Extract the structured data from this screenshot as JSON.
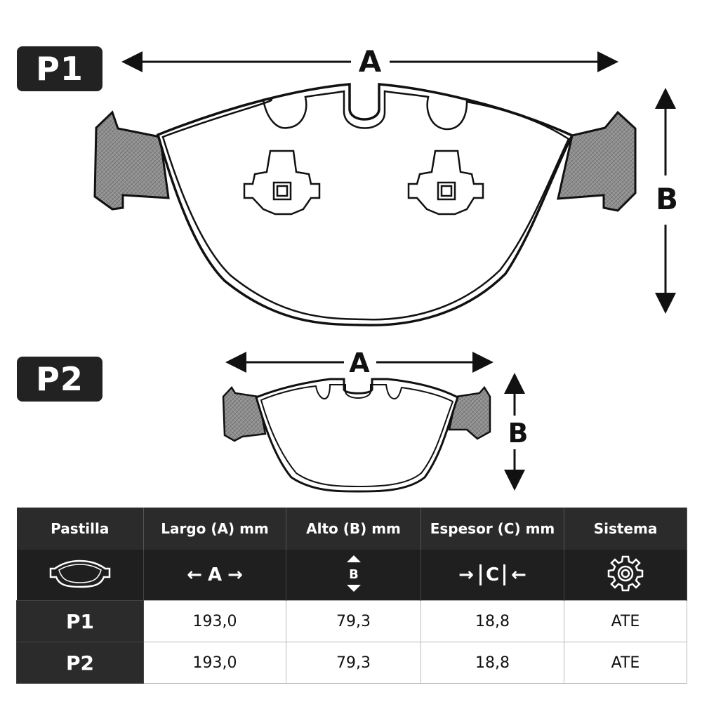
{
  "labels": {
    "p1": "P1",
    "p2": "P2"
  },
  "dimensions": {
    "a": "A",
    "b": "B",
    "c": "C"
  },
  "table": {
    "headers": [
      "Pastilla",
      "Largo (A) mm",
      "Alto (B) mm",
      "Espesor (C) mm",
      "Sistema"
    ],
    "icons": [
      "brake-pad-icon",
      "width-arrows-icon",
      "height-arrows-icon",
      "thickness-arrows-icon",
      "gear-icon"
    ],
    "rows": [
      {
        "name": "P1",
        "largo": "193,0",
        "alto": "79,3",
        "espesor": "18,8",
        "sistema": "ATE"
      },
      {
        "name": "P2",
        "largo": "193,0",
        "alto": "79,3",
        "espesor": "18,8",
        "sistema": "ATE"
      }
    ]
  },
  "colors": {
    "dark": "#222222",
    "friction": "#8f8f8f"
  }
}
